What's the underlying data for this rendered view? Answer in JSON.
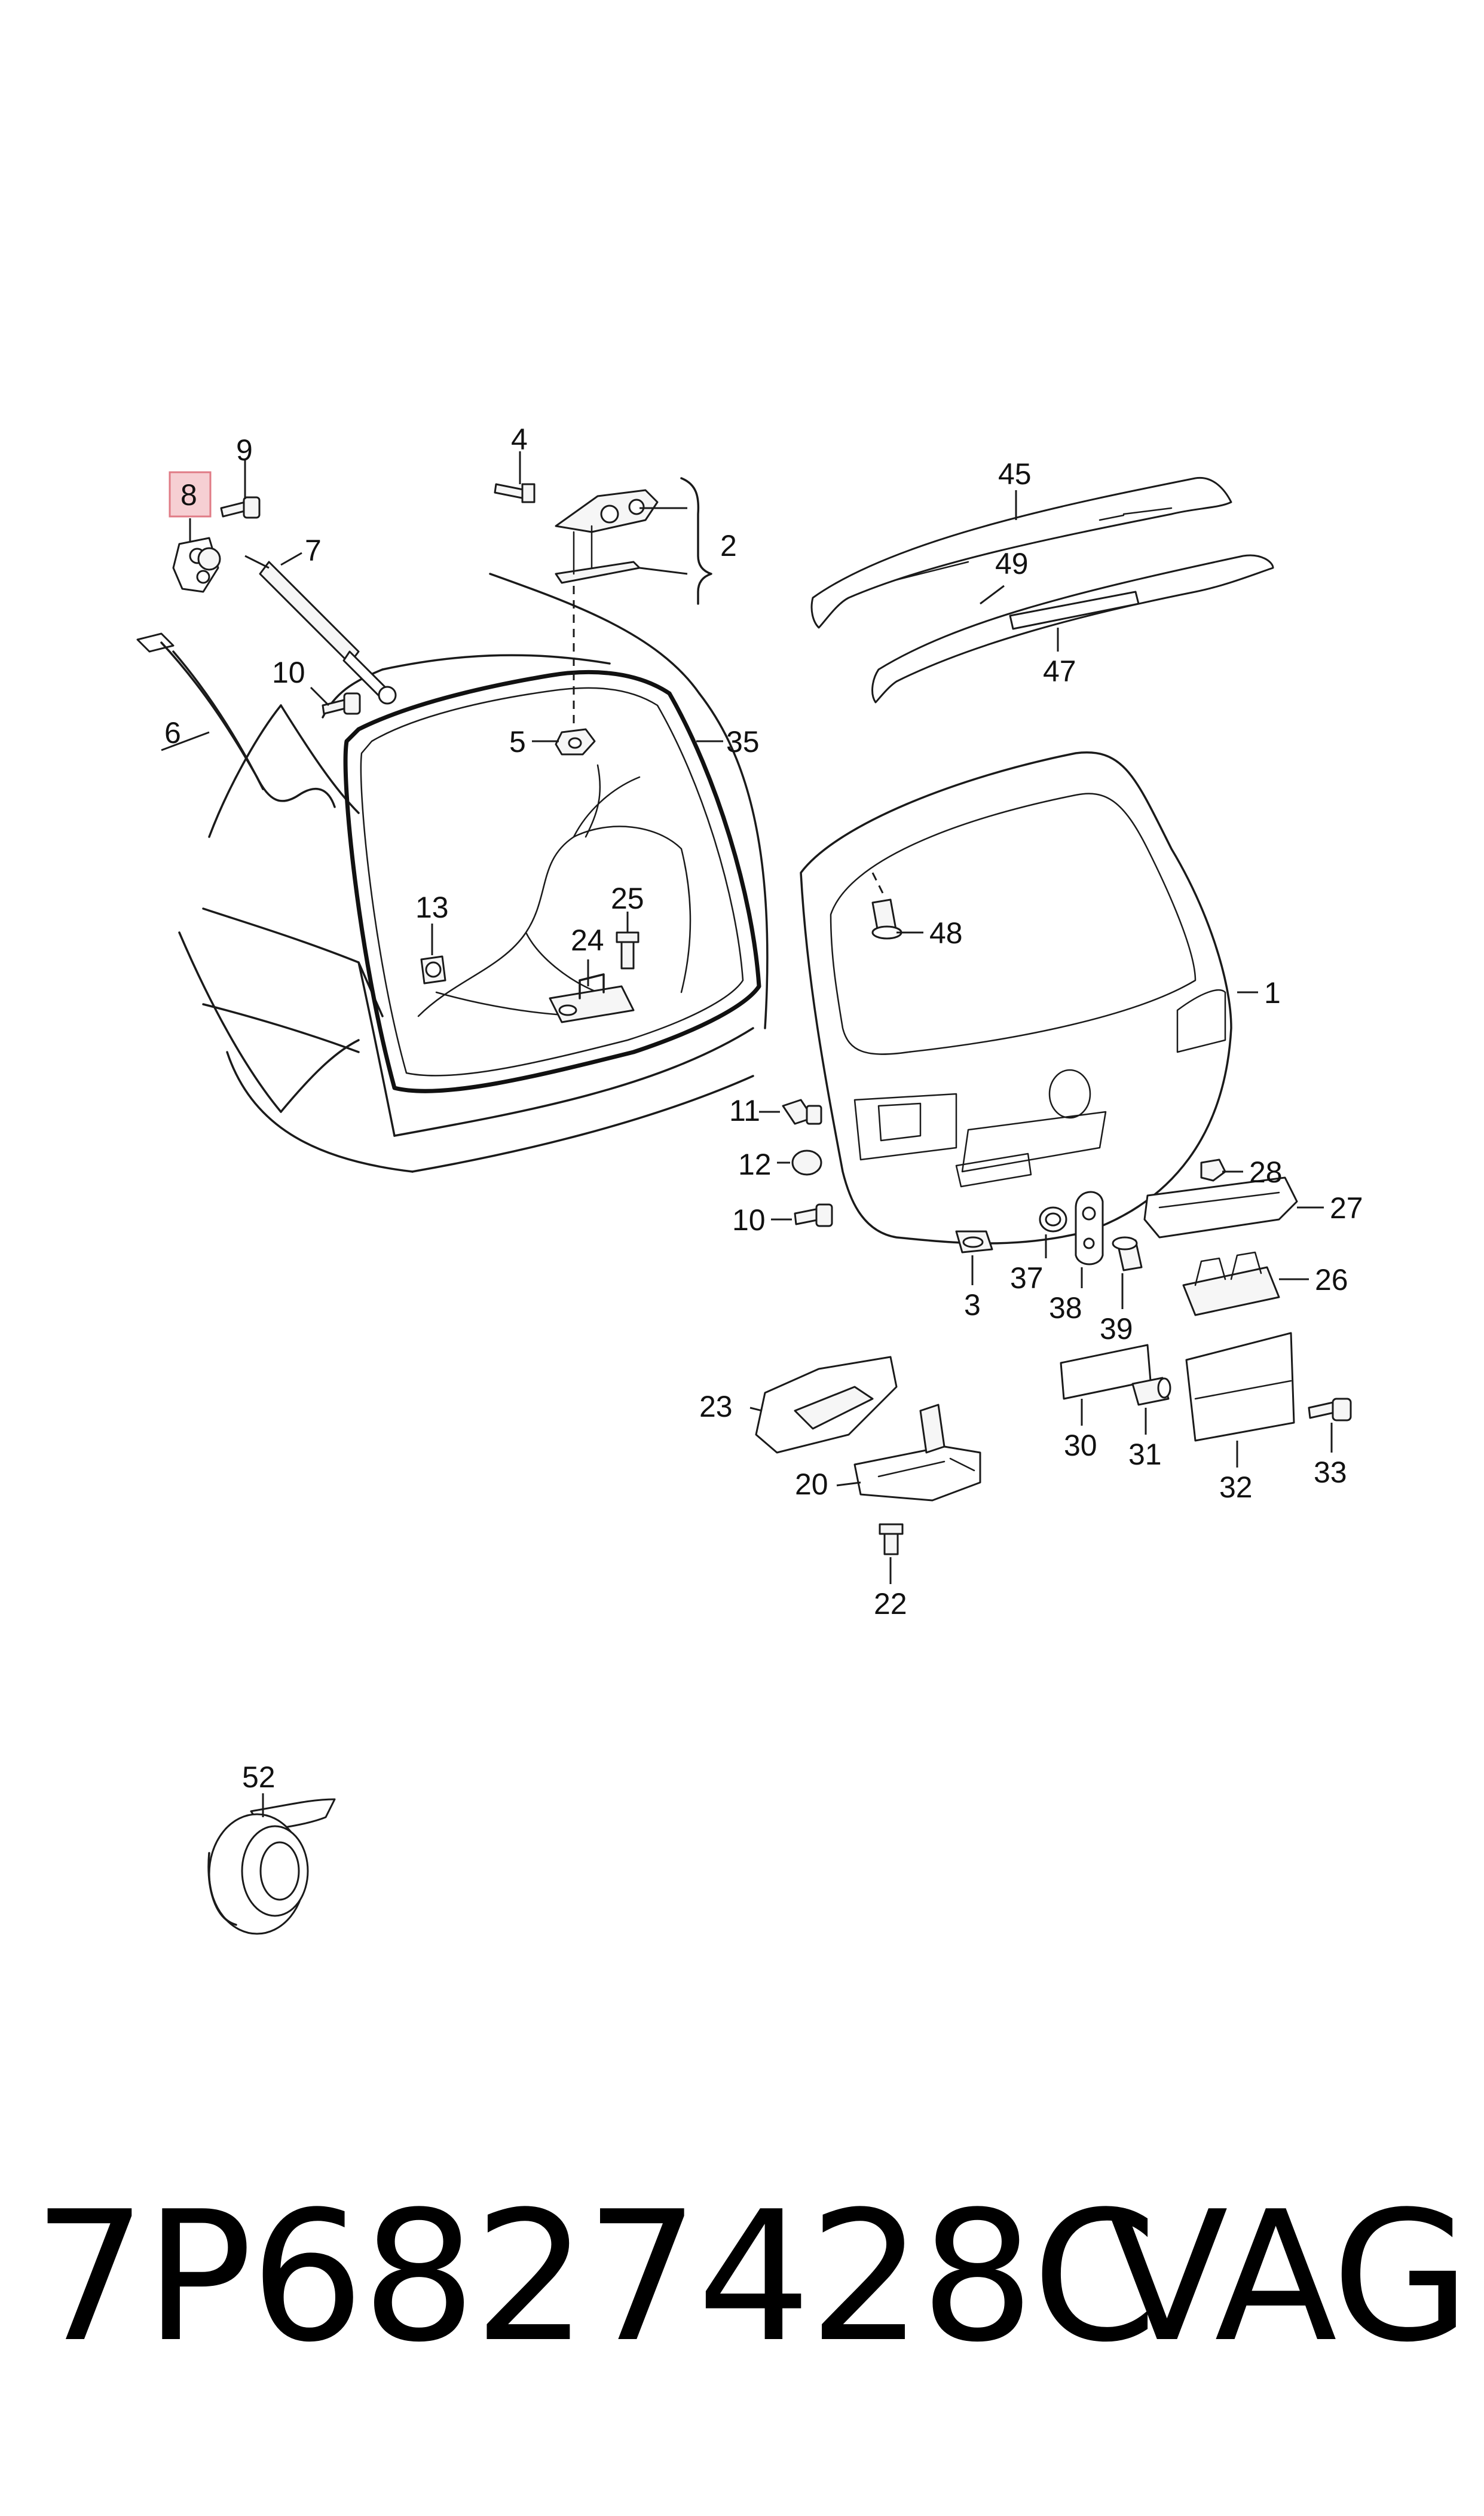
{
  "highlighted_callout": "8",
  "callouts": {
    "c1": "1",
    "c2": "2",
    "c3": "3",
    "c4": "4",
    "c5": "5",
    "c6": "6",
    "c7": "7",
    "c8": "8",
    "c9": "9",
    "c10a": "10",
    "c10b": "10",
    "c11": "11",
    "c12": "12",
    "c13": "13",
    "c20": "20",
    "c22": "22",
    "c23": "23",
    "c24": "24",
    "c25": "25",
    "c26": "26",
    "c27": "27",
    "c28": "28",
    "c30": "30",
    "c31": "31",
    "c32": "32",
    "c33": "33",
    "c35": "35",
    "c37": "37",
    "c38": "38",
    "c39": "39",
    "c45": "45",
    "c47": "47",
    "c48": "48",
    "c49": "49",
    "c52": "52"
  },
  "footer": {
    "part_number": "7P6827428C",
    "brand": "VAG"
  },
  "colors": {
    "highlight_fill": "#f6cfd3",
    "highlight_border": "#e07b86",
    "line": "#1a1a1a"
  }
}
